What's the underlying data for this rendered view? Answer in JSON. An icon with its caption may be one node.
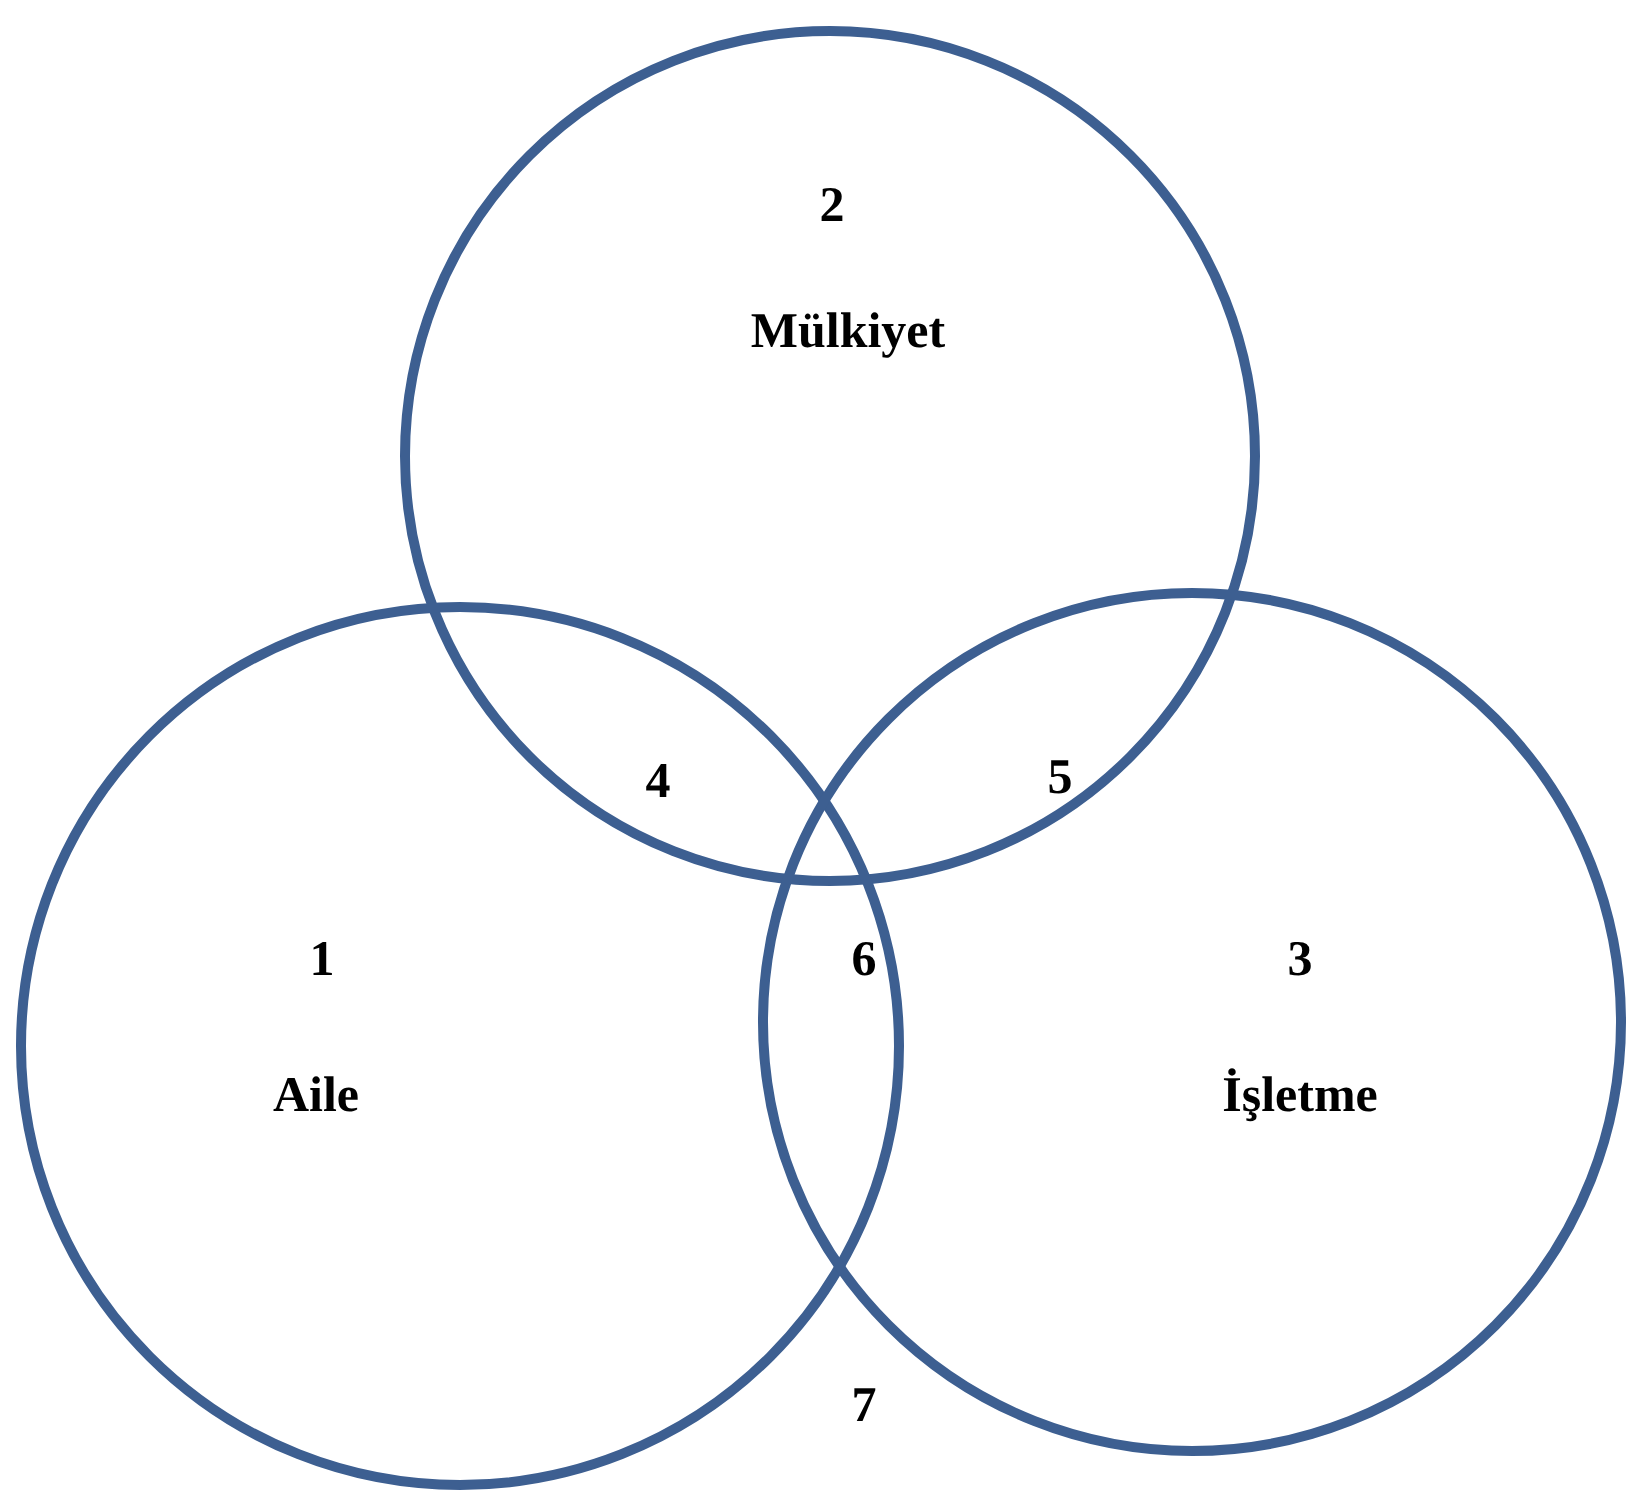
{
  "diagram": {
    "nodes": [
      {
        "text": [
          "2",
          "Mülkiyet"
        ]
      },
      {
        "text": [
          "1",
          "Aile"
        ]
      },
      {
        "text": [
          "3",
          "İşletme"
        ]
      }
    ],
    "labels": [
      "4",
      "5",
      "6",
      "7"
    ]
  }
}
